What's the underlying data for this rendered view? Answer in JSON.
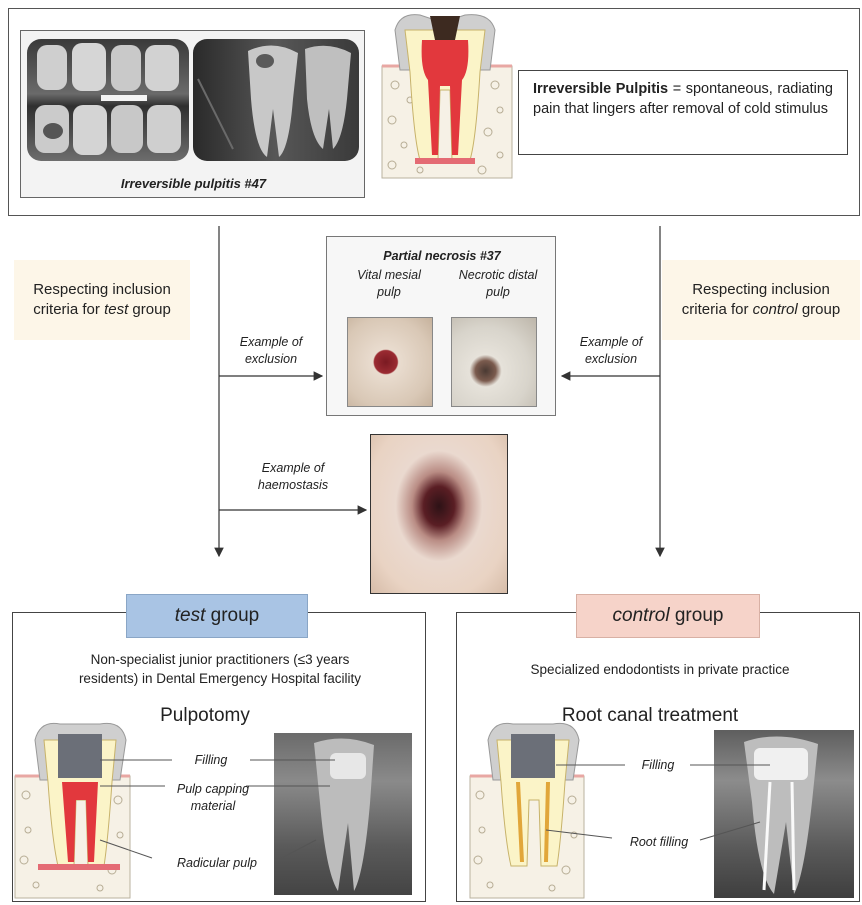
{
  "top": {
    "xray_caption": "Irreversible pulpitis  #47",
    "definition_term": "Irreversible Pulpitis",
    "definition_text": " = spontaneous, radiating pain that lingers after removal of cold stimulus"
  },
  "criteria": {
    "test_line1": "Respecting inclusion",
    "test_line2_prefix": "criteria for ",
    "test_italic": "test",
    "test_suffix": " group",
    "control_line1": "Respecting inclusion",
    "control_line2_prefix": "criteria for ",
    "control_italic": "control",
    "control_suffix": " group"
  },
  "exclusion": {
    "left_label_1": "Example of",
    "left_label_2": "exclusion",
    "right_label_1": "Example of",
    "right_label_2": "exclusion",
    "title": "Partial necrosis #37",
    "vital_1": "Vital mesial",
    "vital_2": "pulp",
    "necrotic_1": "Necrotic distal",
    "necrotic_2": "pulp"
  },
  "haemostasis": {
    "label_1": "Example of",
    "label_2": "haemostasis"
  },
  "test_group": {
    "tag_italic": "test",
    "tag_suffix": " group",
    "desc_1": "Non-specialist junior practitioners (≤3 years",
    "desc_2": "residents) in Dental Emergency Hospital facility",
    "procedure": "Pulpotomy",
    "label_filling": "Filling",
    "label_capping_1": "Pulp capping",
    "label_capping_2": "material",
    "label_radicular": "Radicular pulp"
  },
  "control_group": {
    "tag_italic": "control",
    "tag_suffix": " group",
    "desc": "Specialized endodontists in private practice",
    "procedure": "Root canal treatment",
    "label_filling": "Filling",
    "label_root_filling": "Root filling"
  },
  "colors": {
    "test_tag": "#a9c4e4",
    "control_tag": "#f6d3c9",
    "criteria_bg": "#fdf6e8",
    "pulp_red": "#d9434a",
    "pulp_pink": "#f2b7b1"
  }
}
